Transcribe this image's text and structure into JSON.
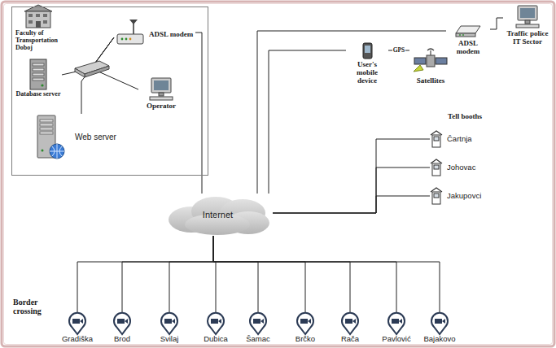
{
  "diagram": {
    "nodes": [
      {
        "text": [
          "Faculty of Transportation Doboj"
        ]
      },
      {
        "text": [
          "Database server"
        ],
        "in": 0
      },
      {
        "text": [
          "ADSL modem"
        ],
        "in": 0
      },
      {
        "text": [
          "Operator"
        ],
        "in": 0
      },
      {
        "text": [
          "Web server"
        ],
        "in": 0
      },
      {
        "text": [
          "Internet"
        ]
      },
      {
        "text": [
          "User's mobile device"
        ]
      },
      {
        "text": [
          "Satellites"
        ]
      },
      {
        "text": [
          "ADSL modem"
        ]
      },
      {
        "text": [
          "Traffic police IT Sector"
        ]
      },
      {
        "text": [
          "Čartnja"
        ]
      },
      {
        "text": [
          "Johovac"
        ]
      },
      {
        "text": [
          "Jakupovci"
        ]
      },
      {
        "text": [
          "Gradiška"
        ]
      },
      {
        "text": [
          "Brod"
        ]
      },
      {
        "text": [
          "Svilaj"
        ]
      },
      {
        "text": [
          "Dubica"
        ]
      },
      {
        "text": [
          "Šamac"
        ]
      },
      {
        "text": [
          "Brčko"
        ]
      },
      {
        "text": [
          "Rača"
        ]
      },
      {
        "text": [
          "Pavlović"
        ]
      },
      {
        "text": [
          "Bajakovo"
        ]
      }
    ],
    "edges": [
      {
        "from": 1,
        "to": 2,
        "arrow": "none"
      },
      {
        "from": 3,
        "to": 2,
        "arrow": "none"
      },
      {
        "from": 4,
        "to": 2,
        "arrow": "none"
      },
      {
        "from": 2,
        "to": 5,
        "arrow": "none"
      },
      {
        "from": 5,
        "to": 6,
        "arrow": "none"
      },
      {
        "from": 6,
        "to": 7,
        "label": "GPS",
        "arrow": "none"
      },
      {
        "from": 5,
        "to": 8,
        "arrow": "none"
      },
      {
        "from": 8,
        "to": 9,
        "arrow": "none"
      },
      {
        "from": 5,
        "to": 10,
        "arrow": "none"
      },
      {
        "from": 5,
        "to": 11,
        "arrow": "none"
      },
      {
        "from": 5,
        "to": 12,
        "arrow": "none"
      },
      {
        "from": 5,
        "to": 13,
        "arrow": "none"
      },
      {
        "from": 5,
        "to": 14,
        "arrow": "none"
      },
      {
        "from": 5,
        "to": 15,
        "arrow": "none"
      },
      {
        "from": 5,
        "to": 16,
        "arrow": "none"
      },
      {
        "from": 5,
        "to": 17,
        "arrow": "none"
      },
      {
        "from": 5,
        "to": 18,
        "arrow": "none"
      },
      {
        "from": 5,
        "to": 19,
        "arrow": "none"
      },
      {
        "from": 5,
        "to": 20,
        "arrow": "none"
      },
      {
        "from": 5,
        "to": 21,
        "arrow": "none"
      }
    ],
    "labels": [
      "Tell booths",
      "Border crossing"
    ]
  }
}
